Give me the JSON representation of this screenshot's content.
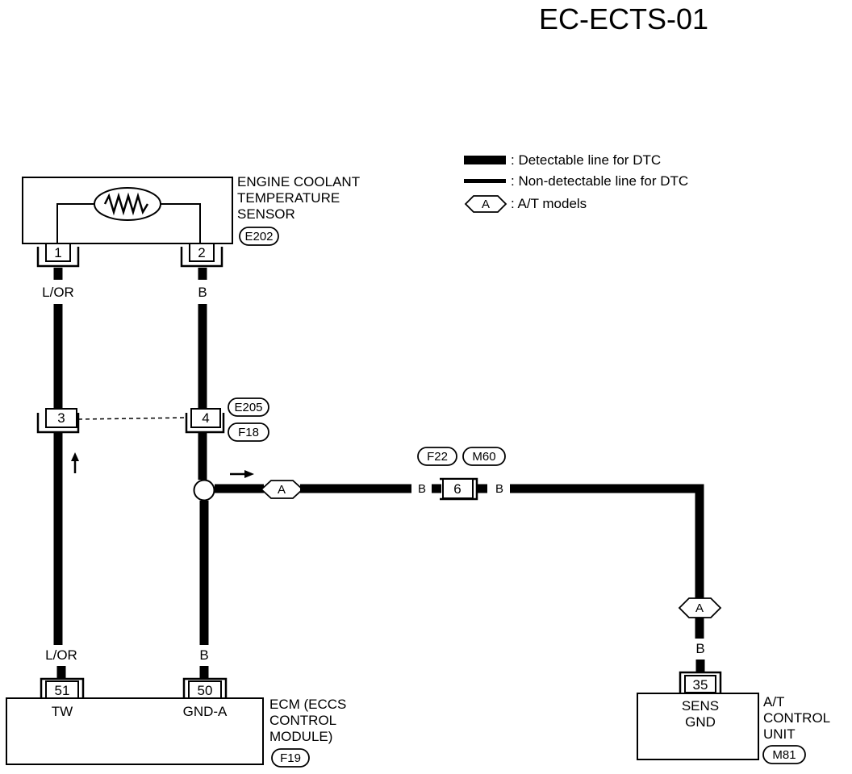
{
  "title": "EC-ECTS-01",
  "legend": {
    "detectable": ": Detectable line for DTC",
    "non_detectable": ": Non-detectable line for DTC",
    "at_models_tag": "A",
    "at_models": ": A/T models"
  },
  "sensor": {
    "name_line1": "ENGINE COOLANT",
    "name_line2": "TEMPERATURE",
    "name_line3": "SENSOR",
    "connector": "E202",
    "pin1": "1",
    "pin2": "2"
  },
  "wires": {
    "left_top_color": "L/OR",
    "right_top_color": "B",
    "left_bottom_color": "L/OR",
    "right_bottom_color": "B",
    "branch_color_left": "B",
    "branch_color_right": "B",
    "tcu_color": "B"
  },
  "joint": {
    "connector_top": "E205",
    "connector_bottom": "F18",
    "pin3": "3",
    "pin4": "4"
  },
  "branch_tag": "A",
  "mid_connector": {
    "conn_a": "F22",
    "conn_b": "M60",
    "pin": "6"
  },
  "tcu_tag": "A",
  "ecm": {
    "pin51": "51",
    "pin50": "50",
    "term_tw": "TW",
    "term_gnd": "GND-A",
    "name_line1": "ECM (ECCS",
    "name_line2": "CONTROL",
    "name_line3": "MODULE)",
    "connector": "F19"
  },
  "tcu": {
    "pin": "35",
    "term_line1": "SENS",
    "term_line2": "GND",
    "name_line1": "A/T",
    "name_line2": "CONTROL",
    "name_line3": "UNIT",
    "connector": "M81"
  },
  "colors": {
    "line": "#000000",
    "background": "#ffffff"
  }
}
